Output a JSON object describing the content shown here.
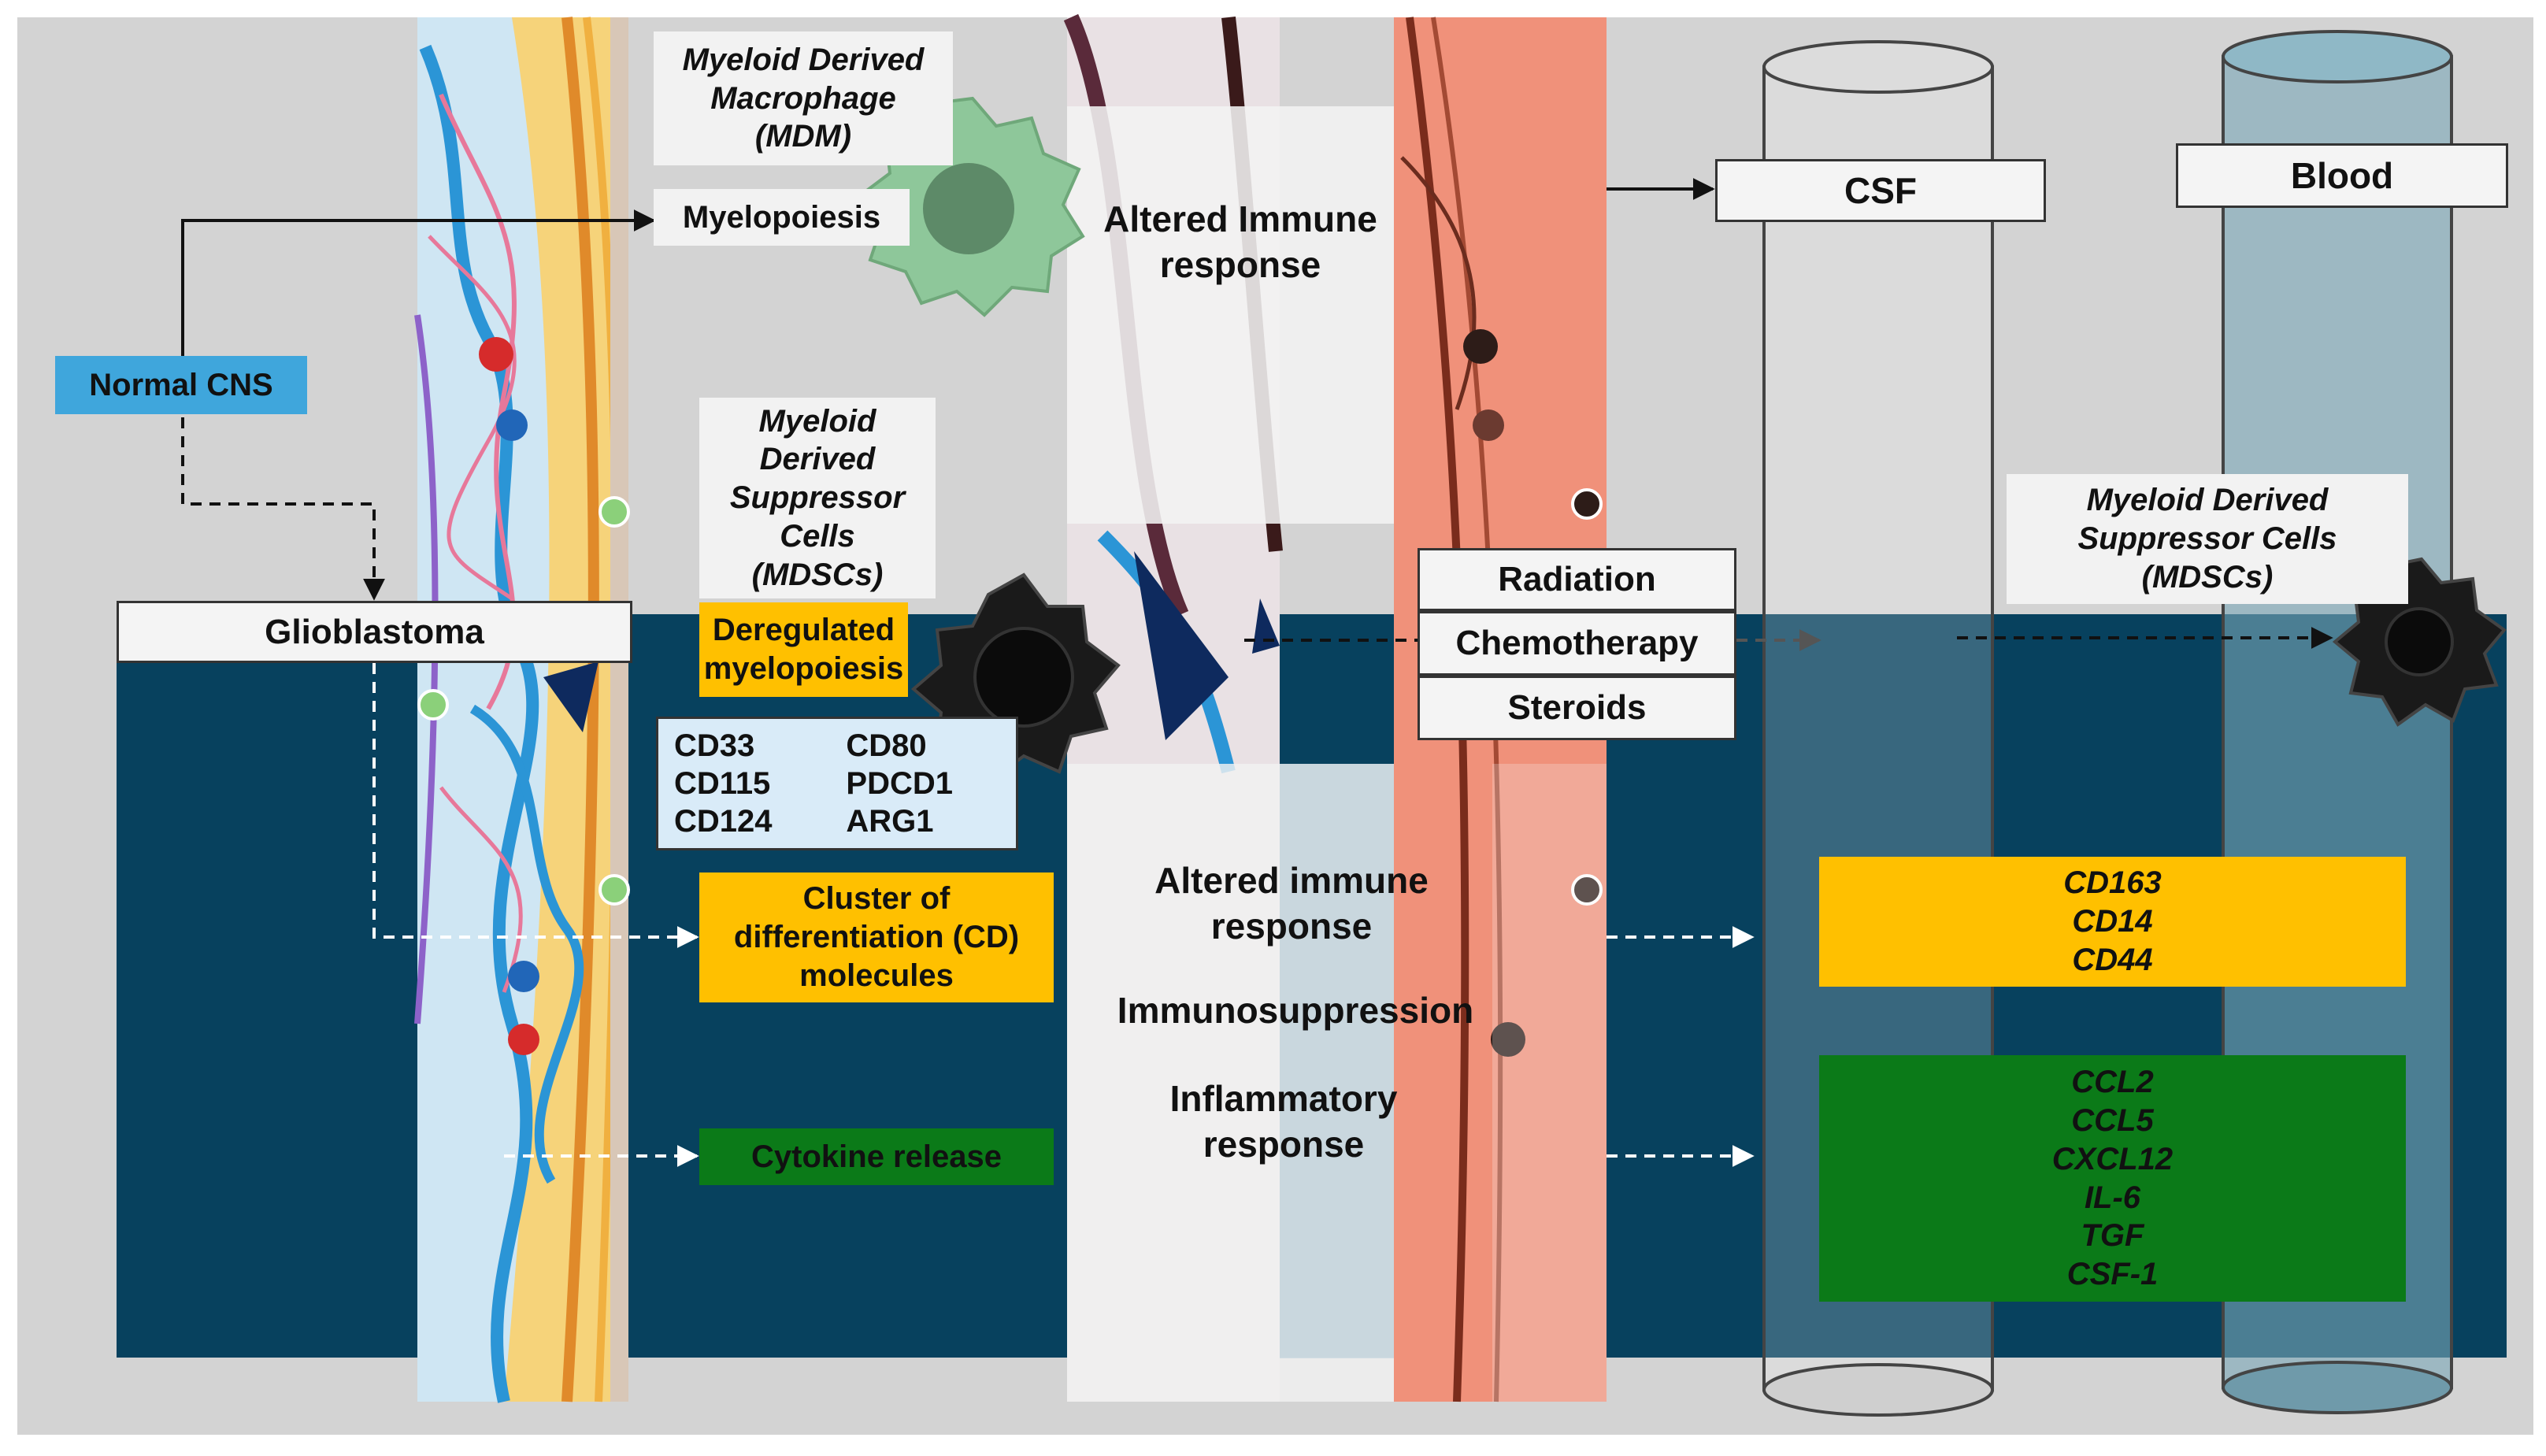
{
  "colors": {
    "background": "#d3d3d3",
    "tumor_region": "#07415e",
    "yellow_box": "#ffc000",
    "green_box": "#0b7a18",
    "blue_box": "#3fa6dc",
    "light_blue_box": "#d9ebf8",
    "blood_vessel": "#7aa7b7"
  },
  "icons": [
    "macrophage-cell-icon",
    "mdsc-cell-icon",
    "mdsc-blood-cell-icon",
    "csf-cylinder-icon",
    "blood-cylinder-icon"
  ],
  "labels": {
    "normal_cns": "Normal CNS",
    "glioblastoma": "Glioblastoma",
    "mdm": [
      "Myeloid Derived",
      "Macrophage",
      "(MDM)"
    ],
    "myelopoiesis": "Myelopoiesis",
    "mdsc": [
      "Myeloid",
      "Derived",
      "Suppressor",
      "Cells",
      "(MDSCs)"
    ],
    "deregulated_myelopoiesis": [
      "Deregulated",
      "myelopoiesis"
    ],
    "cd_markers": {
      "left": [
        "CD33",
        "CD115",
        "CD124"
      ],
      "right": [
        "CD80",
        "PDCD1",
        "ARG1"
      ]
    },
    "cluster_of_differentiation": [
      "Cluster of",
      "differentiation (CD)",
      "molecules"
    ],
    "cytokine_release": "Cytokine release",
    "altered_immune_top": [
      "Altered Immune",
      "response"
    ],
    "altered_immune_bottom": [
      "Altered immune",
      "response"
    ],
    "immunosuppression": "Immunosuppression",
    "inflammatory": [
      "Inflammatory",
      "response"
    ],
    "radiation": "Radiation",
    "chemotherapy": "Chemotherapy",
    "steroids": "Steroids",
    "csf": "CSF",
    "blood": "Blood",
    "mdsc_blood": [
      "Myeloid Derived",
      "Suppressor Cells",
      "(MDSCs)"
    ],
    "cd_blood": [
      "CD163",
      "CD14",
      "CD44"
    ],
    "cytokines_blood": [
      "CCL2",
      "CCL5",
      "CXCL12",
      "IL-6",
      "TGF",
      "CSF-1"
    ]
  }
}
